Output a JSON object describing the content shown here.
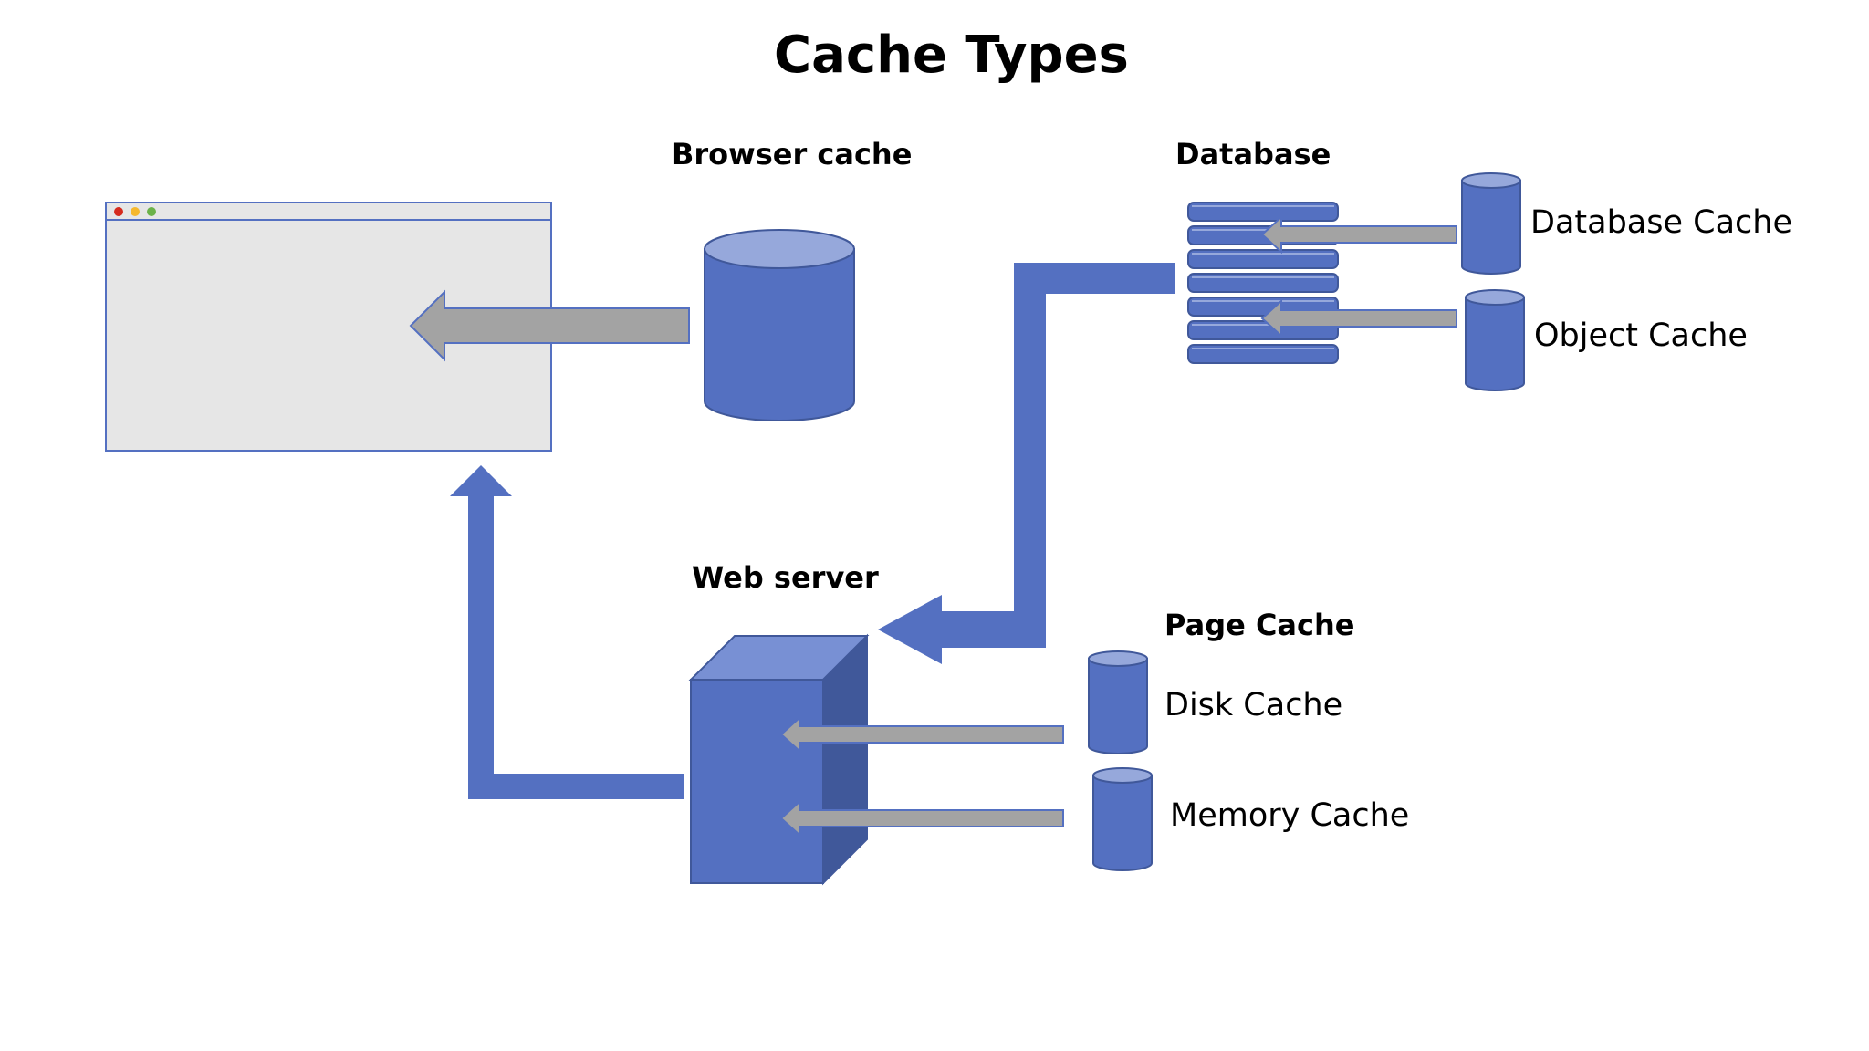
{
  "title": "Cache Types",
  "labels": {
    "browser_cache": "Browser cache",
    "database": "Database",
    "web_server": "Web server",
    "page_cache": "Page Cache",
    "database_cache": "Database Cache",
    "object_cache": "Object Cache",
    "disk_cache": "Disk Cache",
    "memory_cache": "Memory Cache"
  },
  "colors": {
    "blue": "#5470c1",
    "blue_light": "#96a8db",
    "blue_dark": "#40589a",
    "gray_arrow": "#a3a3a3",
    "gray_arrow_edge": "#5470c1",
    "window_fill": "#e6e6e6",
    "window_border": "#5470c1",
    "dot_red": "#d52b1e",
    "dot_yellow": "#f5b82e",
    "dot_green": "#6bb24a"
  },
  "icons": {
    "browser": "browser-window-icon",
    "cylinder": "database-cylinder-icon",
    "server": "server-box-icon",
    "db_stack": "database-stack-icon"
  }
}
